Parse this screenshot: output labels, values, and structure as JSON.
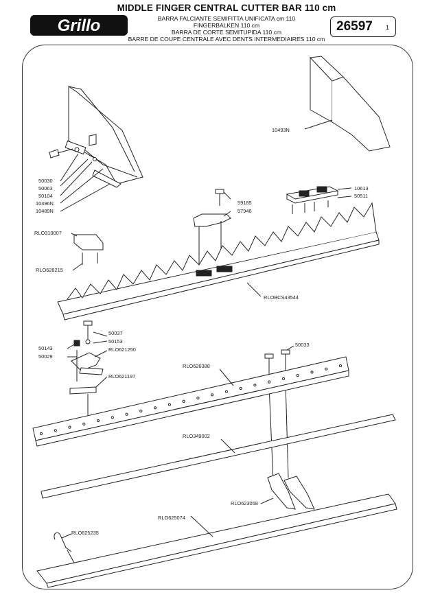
{
  "header": {
    "brand": "Grillo",
    "title": "MIDDLE FINGER CENTRAL CUTTER BAR 110 cm",
    "subtitle_it": "BARRA FALCIANTE SEMIFITTA UNIFICATA cm 110",
    "subtitle_de": "FINGERBALKEN 110 cm",
    "subtitle_es": "BARRA DE CORTE SEMITUPIDA 110 cm",
    "subtitle_fr": "BARRE DE COUPE CENTRALE AVEC DENTS INTERMEDIAIRES 110 cm",
    "code": "26597",
    "page": "1"
  },
  "parts": {
    "p10493N": "10493N",
    "p50030": "50030",
    "p50063": "50063",
    "p50104": "50104",
    "p10496N": "10496N",
    "p10489N": "10489N",
    "p59185": "59185",
    "p57946": "57946",
    "p10613": "10613",
    "p50511": "50511",
    "pRLO310007": "RLO310007",
    "pRLO628215": "RLO628215",
    "pRLOBCS43544": "RLOBCS43544",
    "p50037": "50037",
    "p50153": "50153",
    "p50143": "50143",
    "pRLO621250": "RLO621250",
    "p50029": "50029",
    "pRLO621197": "RLO621197",
    "p50033": "50033",
    "pRLO626388": "RLO626388",
    "pRLO349002": "RLO349002",
    "pRLO623058": "RLO623058",
    "pRLO625074": "RLO625074",
    "pRLO625235": "RLO625235"
  }
}
